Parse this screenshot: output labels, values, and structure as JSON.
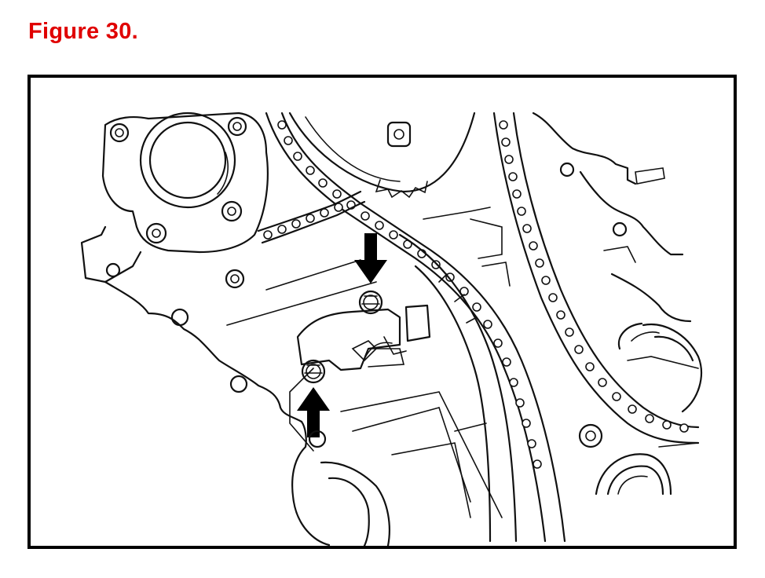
{
  "figure": {
    "title": "Figure 30."
  },
  "diagram": {
    "callouts": [
      {
        "name": "upper-bolt-arrow",
        "direction": "down"
      },
      {
        "name": "lower-bolt-arrow",
        "direction": "up"
      }
    ],
    "colors": {
      "title": "#e00000",
      "line": "#111111",
      "frame": "#000000"
    }
  }
}
